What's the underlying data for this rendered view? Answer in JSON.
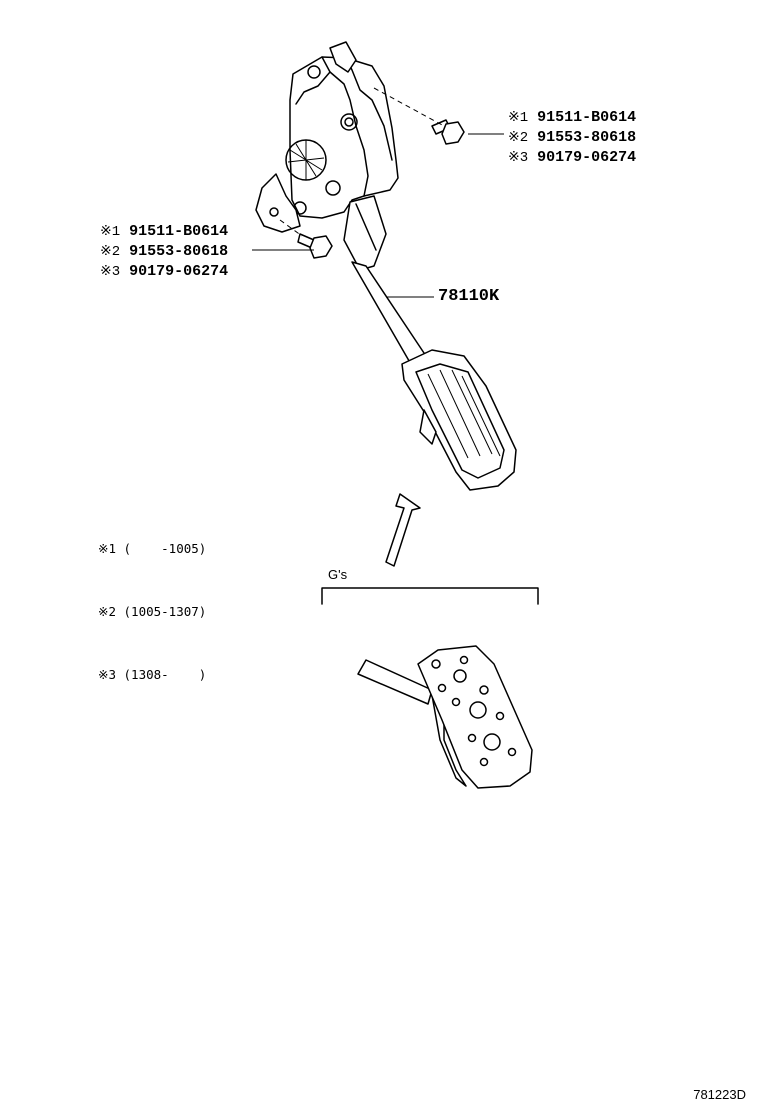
{
  "callouts": {
    "upper": [
      {
        "mark": "※1",
        "part_no": "91511-B0614"
      },
      {
        "mark": "※2",
        "part_no": "91553-80618"
      },
      {
        "mark": "※3",
        "part_no": "90179-06274"
      }
    ],
    "lower": [
      {
        "mark": "※1",
        "part_no": "91511-B0614"
      },
      {
        "mark": "※2",
        "part_no": "91553-80618"
      },
      {
        "mark": "※3",
        "part_no": "90179-06274"
      }
    ]
  },
  "pedal_assembly_label": "78110K",
  "legend": [
    "※1 (    -1005)",
    "※2 (1005-1307)",
    "※3 (1308-    )"
  ],
  "variant_label": "G's",
  "diagram_code": "781223D"
}
